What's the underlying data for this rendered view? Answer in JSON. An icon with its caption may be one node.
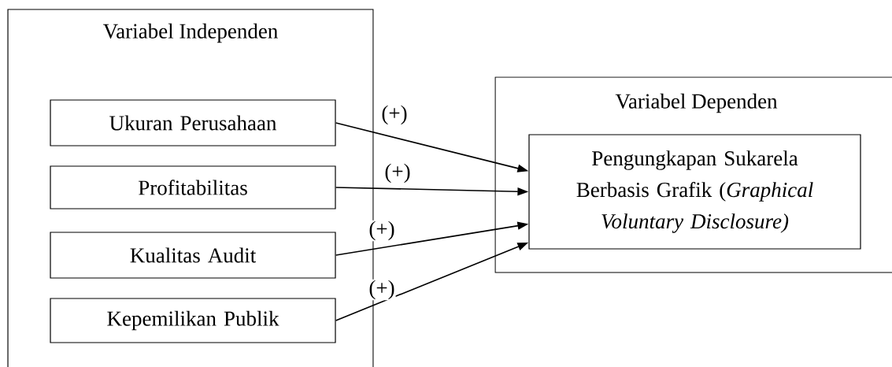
{
  "diagram": {
    "nodes": [
      {
        "text": [
          "Variabel Independen"
        ]
      },
      {
        "text": [
          "Ukuran Perusahaan"
        ],
        "in": 0
      },
      {
        "text": [
          "Profitabilitas"
        ],
        "in": 0
      },
      {
        "text": [
          "Kualitas Audit"
        ],
        "in": 0
      },
      {
        "text": [
          "Kepemilikan Publik"
        ],
        "in": 0
      },
      {
        "text": [
          "Variabel Dependen"
        ]
      },
      {
        "text": [
          "Pengungkapan Sukarela Berbasis Grafik (*Graphical Voluntary Disclosure)*"
        ],
        "in": 5
      }
    ],
    "edges": [
      {
        "from": 1,
        "to": 6,
        "arrow": "to",
        "label": "(+)"
      },
      {
        "from": 2,
        "to": 6,
        "arrow": "to",
        "label": "(+)"
      },
      {
        "from": 3,
        "to": 6,
        "arrow": "to",
        "label": "(+)"
      },
      {
        "from": 4,
        "to": 6,
        "arrow": "to",
        "label": "(+)"
      }
    ]
  }
}
